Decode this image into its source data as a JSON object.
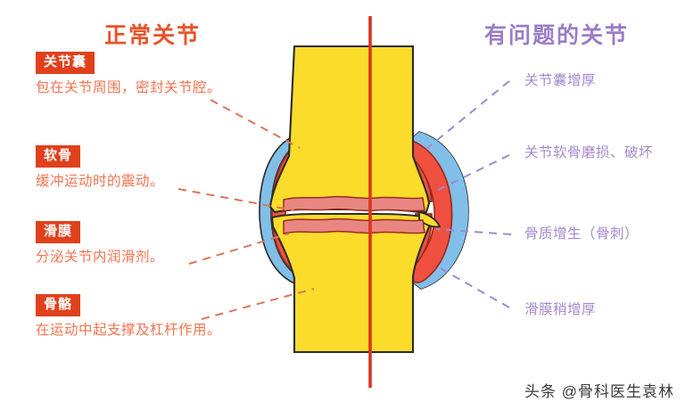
{
  "headings": {
    "left_title": "正常关节",
    "right_title": "有问题的关节"
  },
  "left_panel": {
    "items": [
      {
        "chip": "关节囊",
        "desc": "包在关节周围，密封关节腔。"
      },
      {
        "chip": "软骨",
        "desc": "缓冲运动时的震动。"
      },
      {
        "chip": "滑膜",
        "desc": "分泌关节内润滑剂。"
      },
      {
        "chip": "骨骼",
        "desc": "在运动中起支撑及杠杆作用。"
      }
    ]
  },
  "right_panel": {
    "items": [
      {
        "label": "关节囊增厚"
      },
      {
        "label": "关节软骨磨损、破坏"
      },
      {
        "label": "骨质增生（骨刺）"
      },
      {
        "label": "滑膜稍增厚"
      }
    ]
  },
  "watermark": {
    "text": "头条 @骨科医生袁林"
  },
  "colors": {
    "bone_yellow": "#FBDC2A",
    "bone_outline": "#2b2b2b",
    "capsule_red": "#F0503F",
    "synovium_blue": "#81BFE9",
    "cartilage_salmon": "#E88781",
    "divider_red": "#D8361C",
    "left_accent": "#E0411C",
    "left_text": "#F2744F",
    "right_accent": "#A688CE",
    "leader_left": "#D9765C",
    "leader_right": "#9C8CCB"
  }
}
